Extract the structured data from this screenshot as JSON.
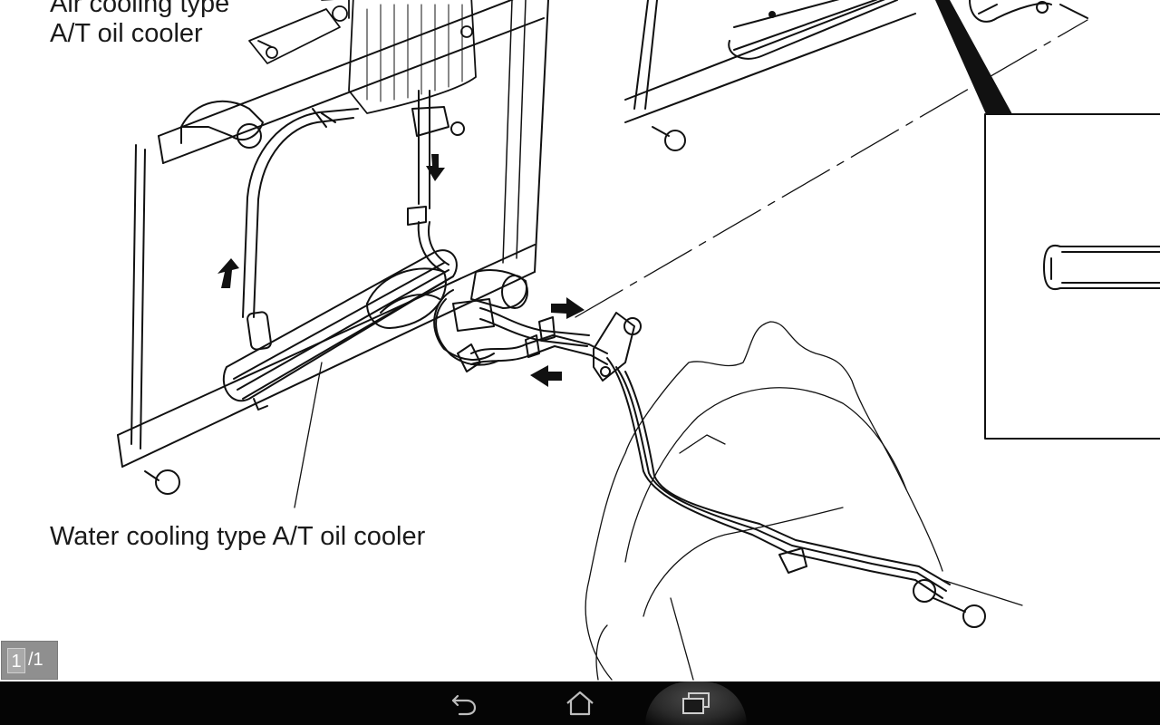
{
  "diagram": {
    "labels": {
      "air_cooling": [
        "Air cooling type",
        "A/T oil cooler"
      ],
      "water_cooling": "Water cooling type A/T oil cooler"
    }
  },
  "pager": {
    "current": "1",
    "total": "/1"
  },
  "navbar": {
    "icons": [
      "back-icon",
      "home-icon",
      "recents-icon"
    ],
    "color": "#050505"
  },
  "colors": {
    "line": "#111111",
    "background": "#ffffff",
    "pager_background": "#8f8f8f"
  }
}
